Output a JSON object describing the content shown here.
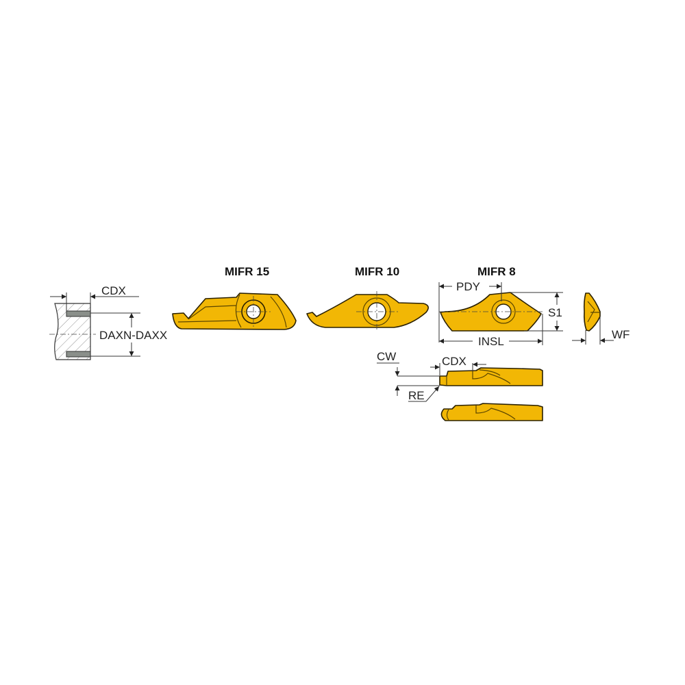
{
  "colors": {
    "insert": "#f2b705",
    "outline": "#2a2000",
    "slot": "#8a8f8a"
  },
  "groove_section": {
    "cdx_label": "CDX",
    "diameter_label": "DAXN-DAXX"
  },
  "inserts": [
    {
      "title": "MIFR 15"
    },
    {
      "title": "MIFR 10"
    },
    {
      "title": "MIFR 8"
    }
  ],
  "dimensions": {
    "pdy": "PDY",
    "s1": "S1",
    "insl": "INSL",
    "wf": "WF",
    "cw": "CW",
    "cdx": "CDX",
    "re": "RE"
  }
}
